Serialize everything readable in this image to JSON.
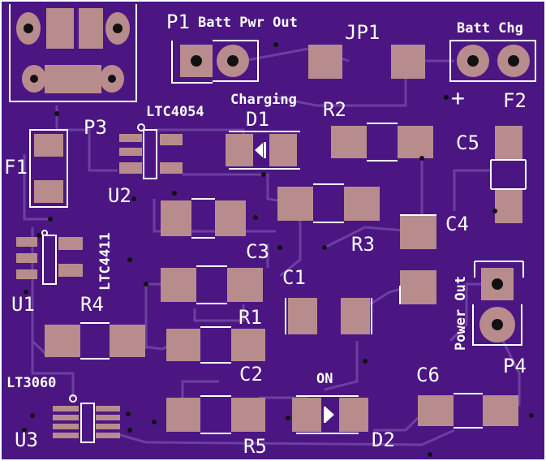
{
  "colors": {
    "board": "#4b1682",
    "board_edge": "#ffffff",
    "trace": "#6c3fa1",
    "pad": "#b88c8c",
    "via": "#111111",
    "silk": "#ffffff"
  },
  "labels": {
    "p1": "P1",
    "batt_pwr_out": "Batt Pwr Out",
    "jp1": "JP1",
    "batt_chg": "Batt Chg",
    "plus": "+",
    "f2": "F2",
    "charging": "Charging",
    "ltc4054": "LTC4054",
    "p3": "P3",
    "d1": "D1",
    "r2": "R2",
    "c5": "C5",
    "f1": "F1",
    "u2": "U2",
    "c4": "C4",
    "r3": "R3",
    "ltc4411": "LTC4411",
    "c3": "C3",
    "c1": "C1",
    "power_out": "Power Out",
    "u1": "U1",
    "r4": "R4",
    "r1": "R1",
    "p4": "P4",
    "c2": "C2",
    "on": "ON",
    "c6": "C6",
    "lt3060": "LT3060",
    "u3": "U3",
    "r5": "R5",
    "d2": "D2"
  }
}
